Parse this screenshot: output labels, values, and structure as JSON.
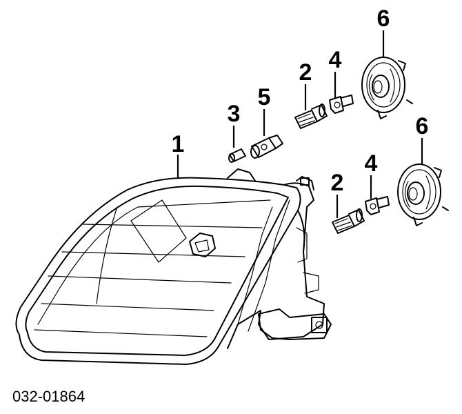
{
  "diagram": {
    "part_code": "032-01864",
    "callouts": {
      "headlamp_assembly": "1",
      "bulb_upper": "2",
      "bulb_lower": "2",
      "side_marker_bulb": "3",
      "clip_upper": "4",
      "clip_lower": "4",
      "bulb_socket": "5",
      "cover_upper": "6",
      "cover_lower": "6"
    }
  }
}
